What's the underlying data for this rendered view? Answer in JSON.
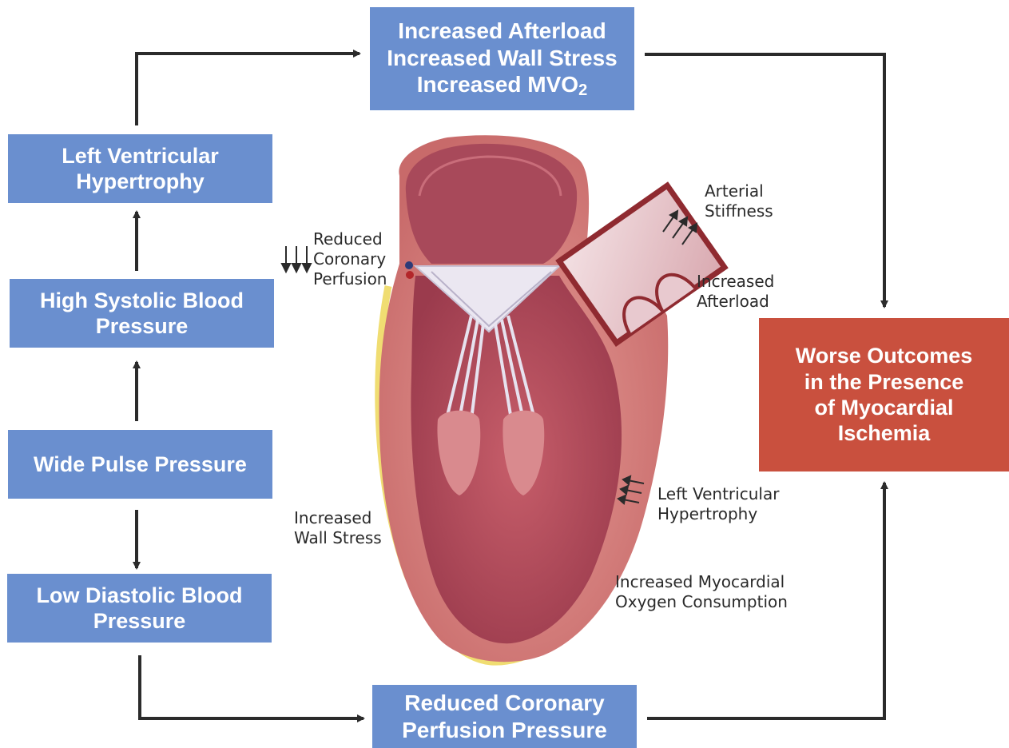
{
  "boxes": {
    "lvh": [
      "Left Ventricular",
      "Hypertrophy"
    ],
    "hsbp": [
      "High Systolic Blood",
      "Pressure"
    ],
    "wpp": [
      "Wide Pulse Pressure"
    ],
    "ldbp": [
      "Low Diastolic Blood",
      "Pressure"
    ],
    "afterload": [
      "Increased Afterload",
      "Increased Wall Stress",
      "Increased MVO",
      "2"
    ],
    "rcpp": [
      "Reduced Coronary",
      "Perfusion Pressure"
    ],
    "worse": [
      "Worse Outcomes",
      "in the Presence",
      "of Myocardial",
      "Ischemia"
    ]
  },
  "labels": {
    "reduced_perfusion": [
      "Reduced",
      "Coronary",
      "Perfusion"
    ],
    "arterial_stiffness": [
      "Arterial",
      "Stiffness"
    ],
    "increased_afterload": [
      "Increased",
      "Afterload"
    ],
    "increased_wall_stress": [
      "Increased",
      "Wall Stress"
    ],
    "lvh": [
      "Left Ventricular",
      "Hypertrophy"
    ],
    "oxygen": [
      "Increased Myocardial",
      "Oxygen Consumption"
    ]
  },
  "colors": {
    "box_blue": "#6a8fcf",
    "box_red": "#c9503e",
    "arrow": "#2b2b2b",
    "myocardium": "#d7827f",
    "cavity": "#b24a5a",
    "valve": "#e9e6f0",
    "fat": "#f0dd72"
  },
  "icons": [
    "arrow-up",
    "arrow-down",
    "arrow-right",
    "down-arrows",
    "up-right-arrows",
    "left-arrows"
  ]
}
